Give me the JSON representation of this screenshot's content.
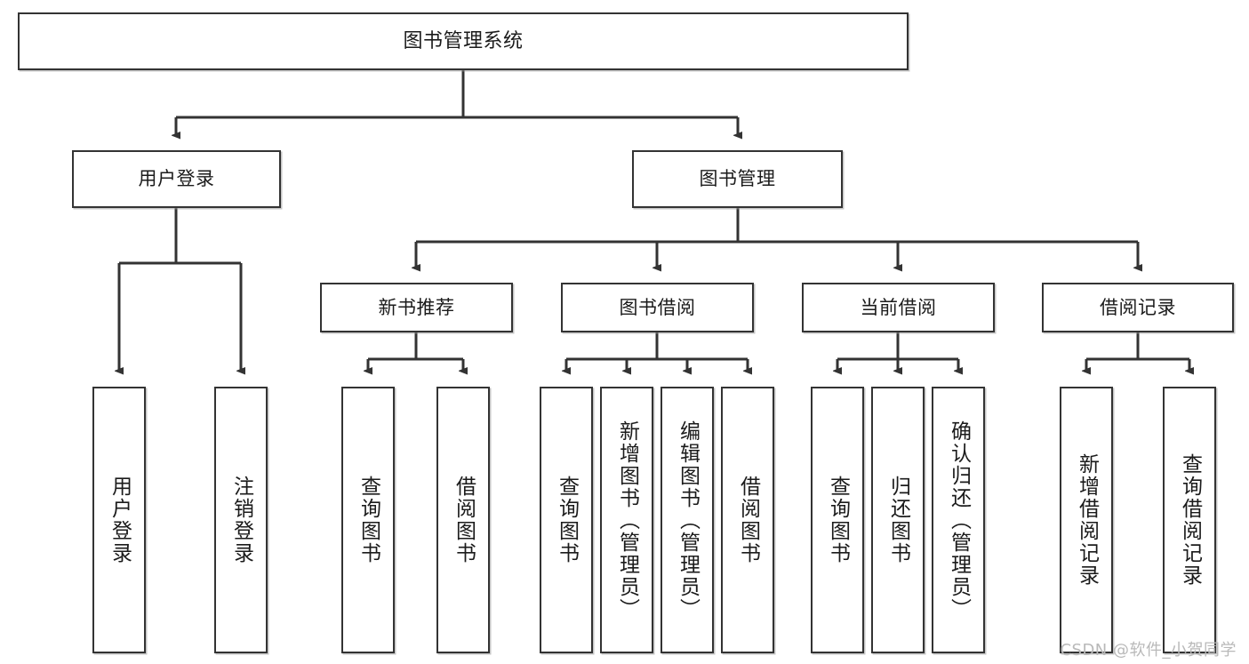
{
  "diagram": {
    "title": "图书管理系统",
    "watermark": "CSDN @软件_小贺同学",
    "edge_color": "#333333",
    "box_border_color": "#333333",
    "box_fill_color": "#ffffff",
    "text_color": "#1b1b1b",
    "watermark_color": "#b9b9b9"
  },
  "nodes": {
    "root": {
      "label": "图书管理系统"
    },
    "level2": [
      {
        "label": "用户登录"
      },
      {
        "label": "图书管理"
      }
    ],
    "level3": [
      {
        "label": "新书推荐"
      },
      {
        "label": "图书借阅"
      },
      {
        "label": "当前借阅"
      },
      {
        "label": "借阅记录"
      }
    ],
    "leaves": {
      "user_login": [
        {
          "label": "用户登录"
        },
        {
          "label": "注销登录"
        }
      ],
      "new_book": [
        {
          "label": "查询图书"
        },
        {
          "label": "借阅图书"
        }
      ],
      "book_borrow": [
        {
          "label": "查询图书"
        },
        {
          "label": "新增图书（管理员）"
        },
        {
          "label": "编辑图书（管理员）"
        },
        {
          "label": "借阅图书"
        }
      ],
      "current_borrow": [
        {
          "label": "查询图书"
        },
        {
          "label": "归还图书"
        },
        {
          "label": "确认归还（管理员）"
        }
      ],
      "borrow_record": [
        {
          "label": "新增借阅记录"
        },
        {
          "label": "查询借阅记录"
        }
      ]
    }
  }
}
